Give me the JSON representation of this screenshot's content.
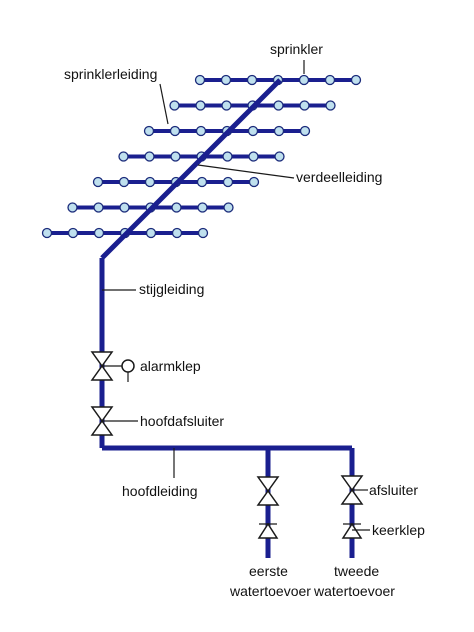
{
  "labels": {
    "sprinkler": "sprinkler",
    "sprinklerleiding": "sprinklerleiding",
    "verdeelleiding": "verdeelleiding",
    "stijgleiding": "stijgleiding",
    "alarmklep": "alarmklep",
    "hoofdafsluiter": "hoofdafsluiter",
    "hoofdleiding": "hoofdleiding",
    "afsluiter": "afsluiter",
    "keerklep": "keerklep",
    "eerste_1": "eerste",
    "eerste_2": "watertoevoer",
    "tweede_1": "tweede",
    "tweede_2": "watertoevoer"
  },
  "colors": {
    "pipe": "#1a1f8f",
    "sprinkler_head": "#bfe0ee"
  },
  "sprinkler_branches": 7,
  "heads_per_branch": 7
}
